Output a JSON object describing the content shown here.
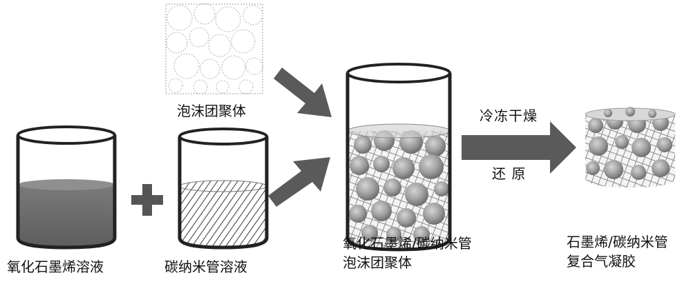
{
  "labels": {
    "go_solution": "氧化石墨烯溶液",
    "cnt_solution": "碳纳米管溶液",
    "foam_aggregate": "泡沫团聚体",
    "go_cnt_foam_line1": "氧化石墨烯/碳纳米管",
    "go_cnt_foam_line2": "泡沫团聚体",
    "aerogel_line1": "石墨烯/碳纳米管",
    "aerogel_line2": "复合气凝胶"
  },
  "process": {
    "step_top": "冷冻干燥",
    "step_bottom": "还 原"
  },
  "symbols": {
    "plus": "plus-icon"
  },
  "colors": {
    "liquid_dark": "#6b6b6b",
    "liquid_top": "#8a8a8a",
    "arrow": "#5a5a5a",
    "sphere": "#9a9a9a",
    "outline": "#222222"
  }
}
